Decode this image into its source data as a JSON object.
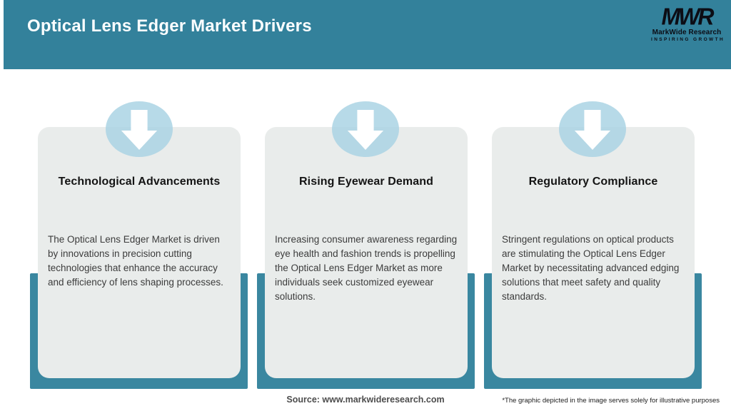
{
  "header": {
    "title": "Optical Lens Edger Market Drivers",
    "logo": {
      "monogram": "MWR",
      "name": "MarkWide Research",
      "tagline": "INSPIRING GROWTH"
    }
  },
  "cards": [
    {
      "icon": "arrow-down-icon",
      "title": "Technological Advancements",
      "description": "The Optical Lens Edger Market is driven by innovations in precision cutting technologies that enhance the accuracy and efficiency of lens shaping processes."
    },
    {
      "icon": "arrow-down-icon",
      "title": "Rising Eyewear Demand",
      "description": "Increasing consumer awareness regarding eye health and fashion trends is propelling the Optical Lens Edger Market as more individuals seek customized eyewear solutions."
    },
    {
      "icon": "arrow-down-icon",
      "title": "Regulatory Compliance",
      "description": "Stringent regulations on optical products are stimulating the Optical Lens Edger Market by necessitating advanced edging solutions that meet safety and quality standards."
    }
  ],
  "footer": {
    "source": "Source: www.markwideresearch.com",
    "disclaimer": "*The graphic depicted in the image serves solely for illustrative purposes"
  },
  "colors": {
    "header_teal": "#33819B",
    "backdrop_teal": "#3A87A0",
    "card_gray": "#E9ECEB",
    "badge_blue": "#AAD4E4",
    "title_text": "#141414",
    "body_text": "#3C3C3C"
  }
}
